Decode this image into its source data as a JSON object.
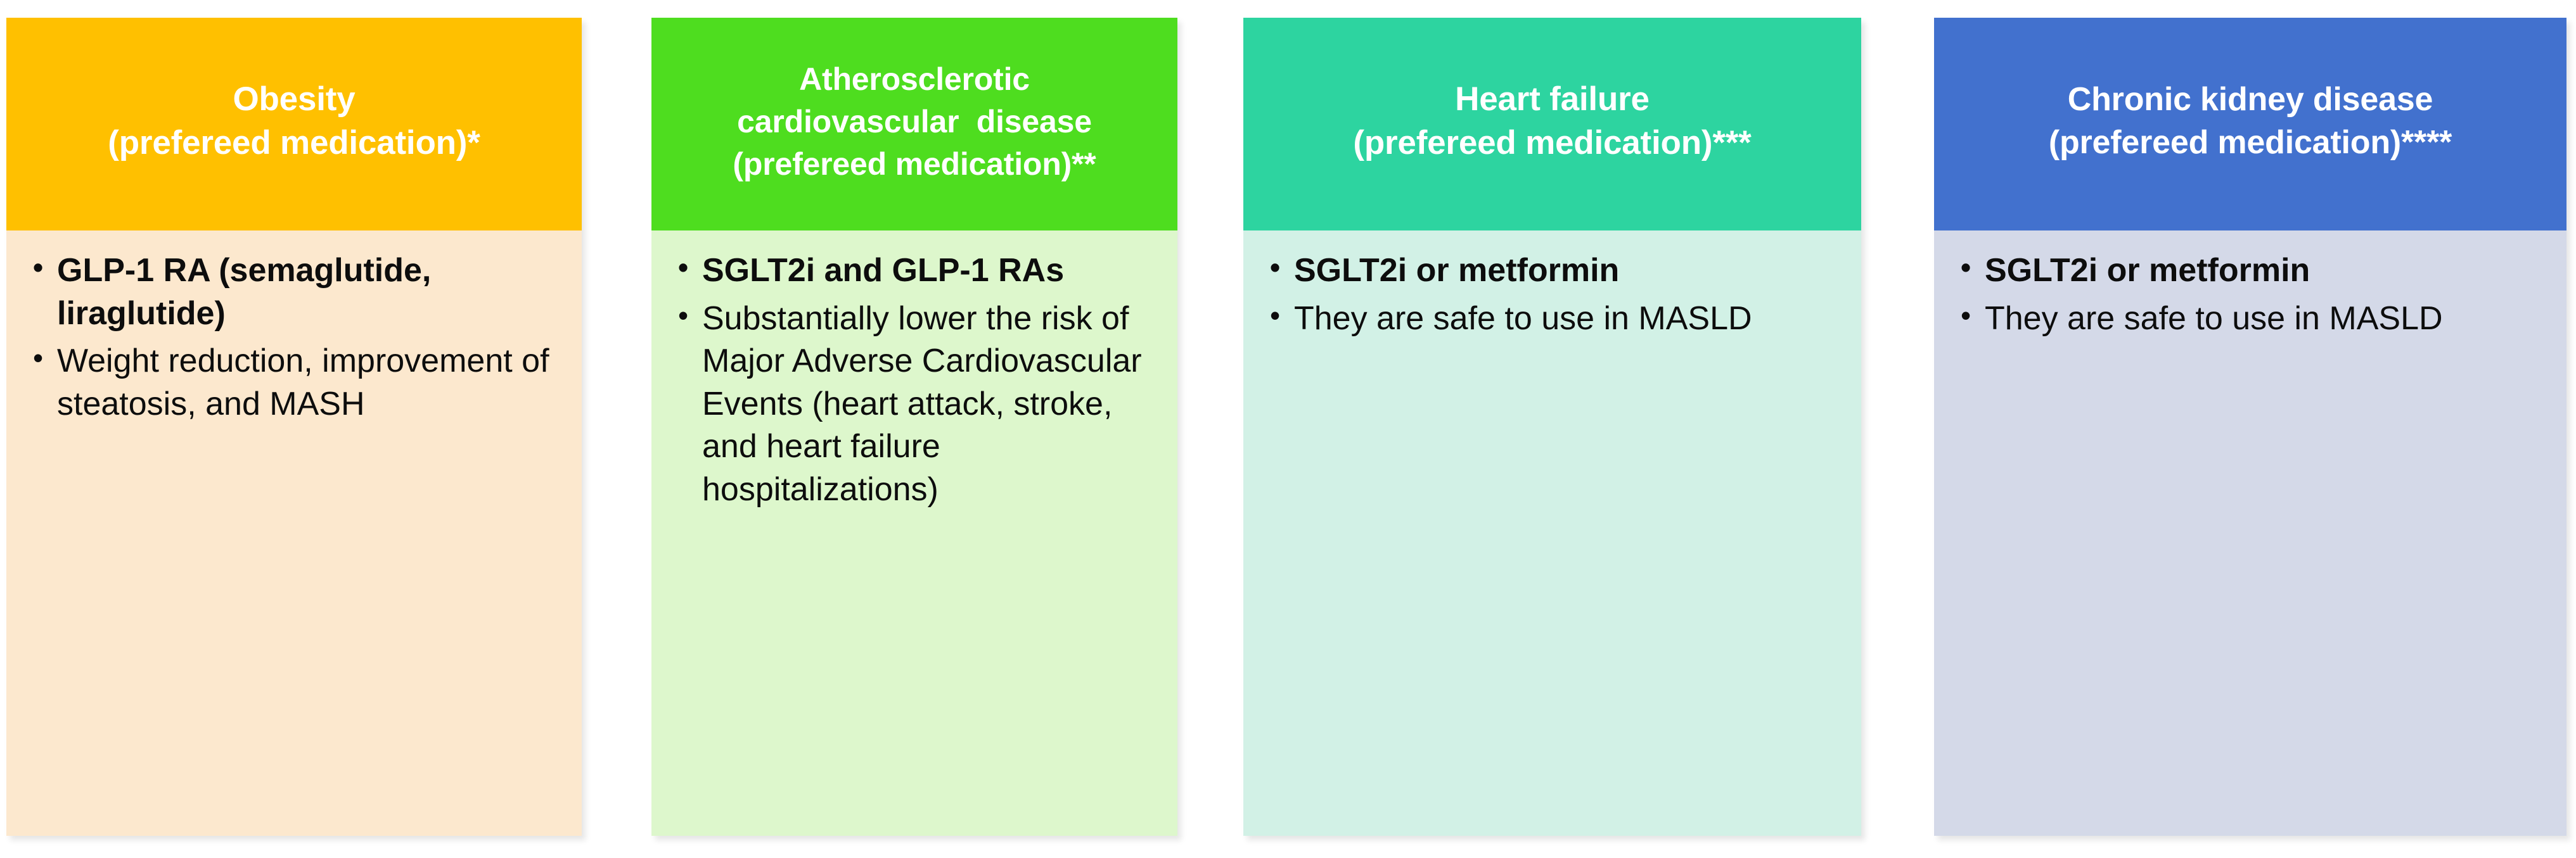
{
  "diagram": {
    "type": "four-column-comparison-cards",
    "title_shown": false,
    "cards": [
      {
        "id": "obesity",
        "header_lines": [
          "Obesity",
          "(prefereed medication)*"
        ],
        "footnote_marker": "*",
        "header_color": "#FFC000",
        "body_color": "#FCE8CE",
        "header_text_color": "#FFFFFF",
        "bullets": [
          {
            "text": "GLP-1 RA (semaglutide, liraglutide)",
            "bold": true
          },
          {
            "text": "Weight reduction, improvement of steatosis, and MASH",
            "bold": false
          }
        ]
      },
      {
        "id": "ascvd",
        "header_lines": [
          "Atherosclerotic",
          "cardiovascular  disease",
          "(prefereed medication)**"
        ],
        "footnote_marker": "**",
        "header_color": "#4EDD1F",
        "body_color": "#DDF7CC",
        "header_text_color": "#FFFFFF",
        "bullets": [
          {
            "text": "SGLT2i and GLP-1 RAs",
            "bold": true
          },
          {
            "text": "Substantially lower the risk of Major Adverse Cardiovascular Events (heart attack, stroke, and heart failure hospitalizations)",
            "bold": false
          }
        ]
      },
      {
        "id": "heart-failure",
        "header_lines": [
          "Heart failure",
          "(prefereed medication)***"
        ],
        "footnote_marker": "***",
        "header_color": "#2DD4A0",
        "body_color": "#D2F1E6",
        "header_text_color": "#FFFFFF",
        "bullets": [
          {
            "text": "SGLT2i or metformin",
            "bold": true
          },
          {
            "text": "They are safe to use in MASLD",
            "bold": false
          }
        ]
      },
      {
        "id": "ckd",
        "header_lines": [
          "Chronic kidney disease",
          "(prefereed medication)****"
        ],
        "footnote_marker": "****",
        "header_color": "#4271CE",
        "body_color": "#D4D9E8",
        "header_text_color": "#FFFFFF",
        "bullets": [
          {
            "text": "SGLT2i or metformin",
            "bold": true
          },
          {
            "text": "They are safe to use in MASLD",
            "bold": false
          }
        ]
      }
    ]
  }
}
